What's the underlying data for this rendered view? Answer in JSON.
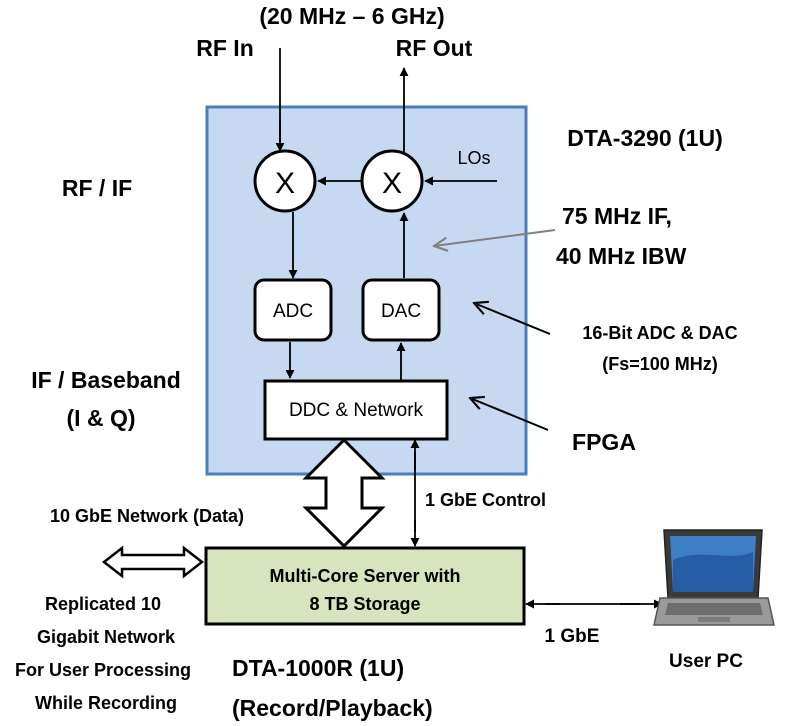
{
  "labels": {
    "freq_range": "(20 MHz – 6 GHz)",
    "rf_in": "RF In",
    "rf_out": "RF Out",
    "dta3290": "DTA-3290 (1U)",
    "rf_if": "RF / IF",
    "if_line1": "75 MHz IF,",
    "if_line2": "40 MHz IBW",
    "adc_dac_line1": "16-Bit ADC & DAC",
    "adc_dac_line2": "(Fs=100 MHz)",
    "baseband_line1": "IF / Baseband",
    "baseband_line2": "(I & Q)",
    "fpga": "FPGA",
    "data_net": "10 GbE Network (Data)",
    "control": "1 GbE Control",
    "replicated_1": "Replicated  10",
    "replicated_2": "Gigabit Network",
    "replicated_3": "For User Processing",
    "replicated_4": "While Recording",
    "dta1000_1": "DTA-1000R (1U)",
    "dta1000_2": "(Record/Playback)",
    "gbe": "1 GbE",
    "user_pc": "User PC"
  },
  "blocks": {
    "mixer_symbol": "X",
    "los": "LOs",
    "adc": "ADC",
    "dac": "DAC",
    "ddc": "DDC & Network",
    "server_1": "Multi-Core Server with",
    "server_2": "8 TB Storage"
  },
  "colors": {
    "chassis_fill": "#c6d9f1",
    "chassis_stroke": "#4a7ebb",
    "server_fill": "#d7e4bd",
    "ghost_arrow": "#808080"
  }
}
